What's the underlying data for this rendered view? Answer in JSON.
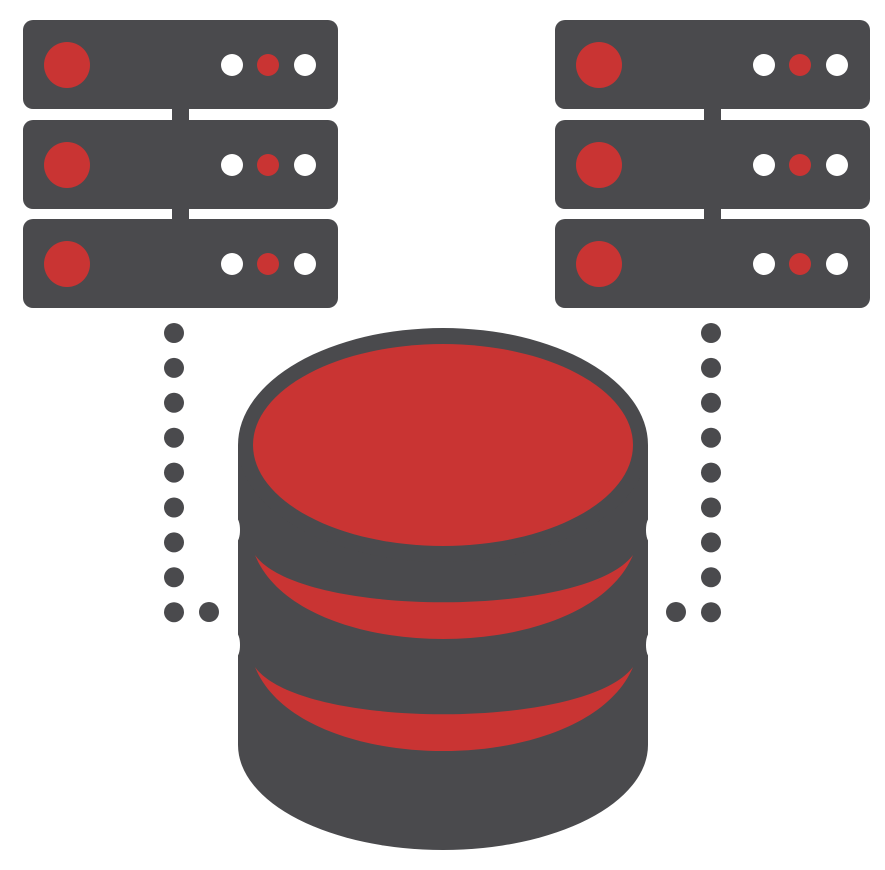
{
  "colors": {
    "dark": "#4a4a4d",
    "red": "#c93433",
    "light": "#ffffff",
    "background": "#ffffff"
  },
  "illustration": {
    "server_racks": [
      {
        "side": "left",
        "units": 3
      },
      {
        "side": "right",
        "units": 3
      }
    ],
    "database": {
      "segments": 3
    },
    "icons": [
      "server-rack-icon",
      "database-icon",
      "dotted-connector"
    ]
  }
}
